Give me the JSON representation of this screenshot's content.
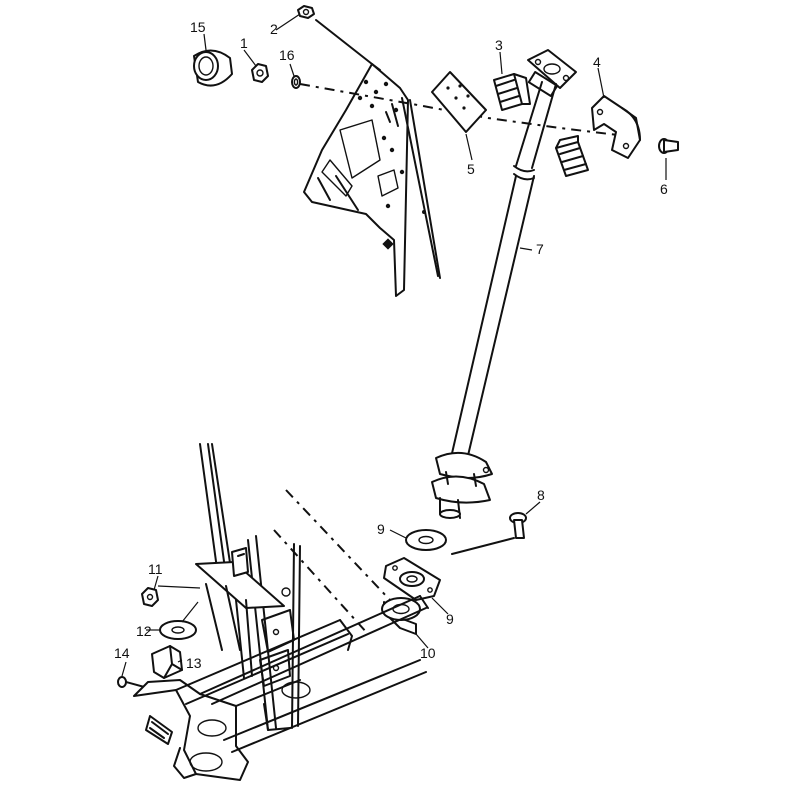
{
  "callouts": [
    {
      "id": "c1",
      "text": "1"
    },
    {
      "id": "c2",
      "text": "2"
    },
    {
      "id": "c3",
      "text": "3"
    },
    {
      "id": "c4",
      "text": "4"
    },
    {
      "id": "c5",
      "text": "5"
    },
    {
      "id": "c6",
      "text": "6"
    },
    {
      "id": "c7",
      "text": "7"
    },
    {
      "id": "c8",
      "text": "8"
    },
    {
      "id": "c9a",
      "text": "9"
    },
    {
      "id": "c9b",
      "text": "9"
    },
    {
      "id": "c10",
      "text": "10"
    },
    {
      "id": "c11",
      "text": "11"
    },
    {
      "id": "c12",
      "text": "12"
    },
    {
      "id": "c13",
      "text": "13"
    },
    {
      "id": "c14",
      "text": "14"
    },
    {
      "id": "c15",
      "text": "15"
    },
    {
      "id": "c16",
      "text": "16"
    }
  ],
  "colors": {
    "line": "#111111",
    "background": "#ffffff"
  }
}
